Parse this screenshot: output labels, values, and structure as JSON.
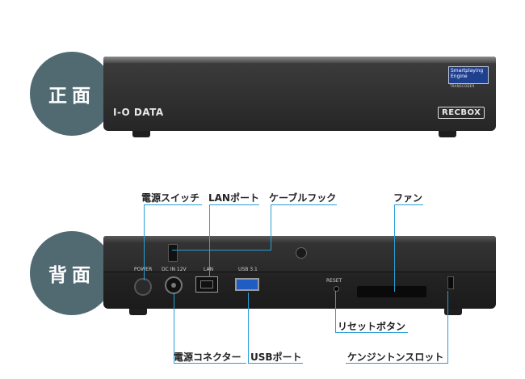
{
  "sections": {
    "front_label": "正面",
    "back_label": "背面"
  },
  "front": {
    "brand": "I-O DATA",
    "product": "RECBOX",
    "badge_line1": "Smartplaying",
    "badge_line2": "Engine",
    "badge_line3": "TRANSCODER"
  },
  "back": {
    "port_labels": {
      "power": "POWER",
      "dc": "DC IN 12V",
      "lan": "LAN",
      "usb": "USB 3.1",
      "reset": "RESET"
    }
  },
  "callouts": {
    "power_switch": "電源スイッチ",
    "lan_port": "LANポート",
    "cable_hook": "ケーブルフック",
    "fan": "ファン",
    "reset_button": "リセットボタン",
    "power_connector": "電源コネクター",
    "usb_port": "USBポート",
    "kensington": "ケンジントンスロット"
  },
  "colors": {
    "accent_line": "#2a9fd6",
    "circle": "#516a72"
  }
}
